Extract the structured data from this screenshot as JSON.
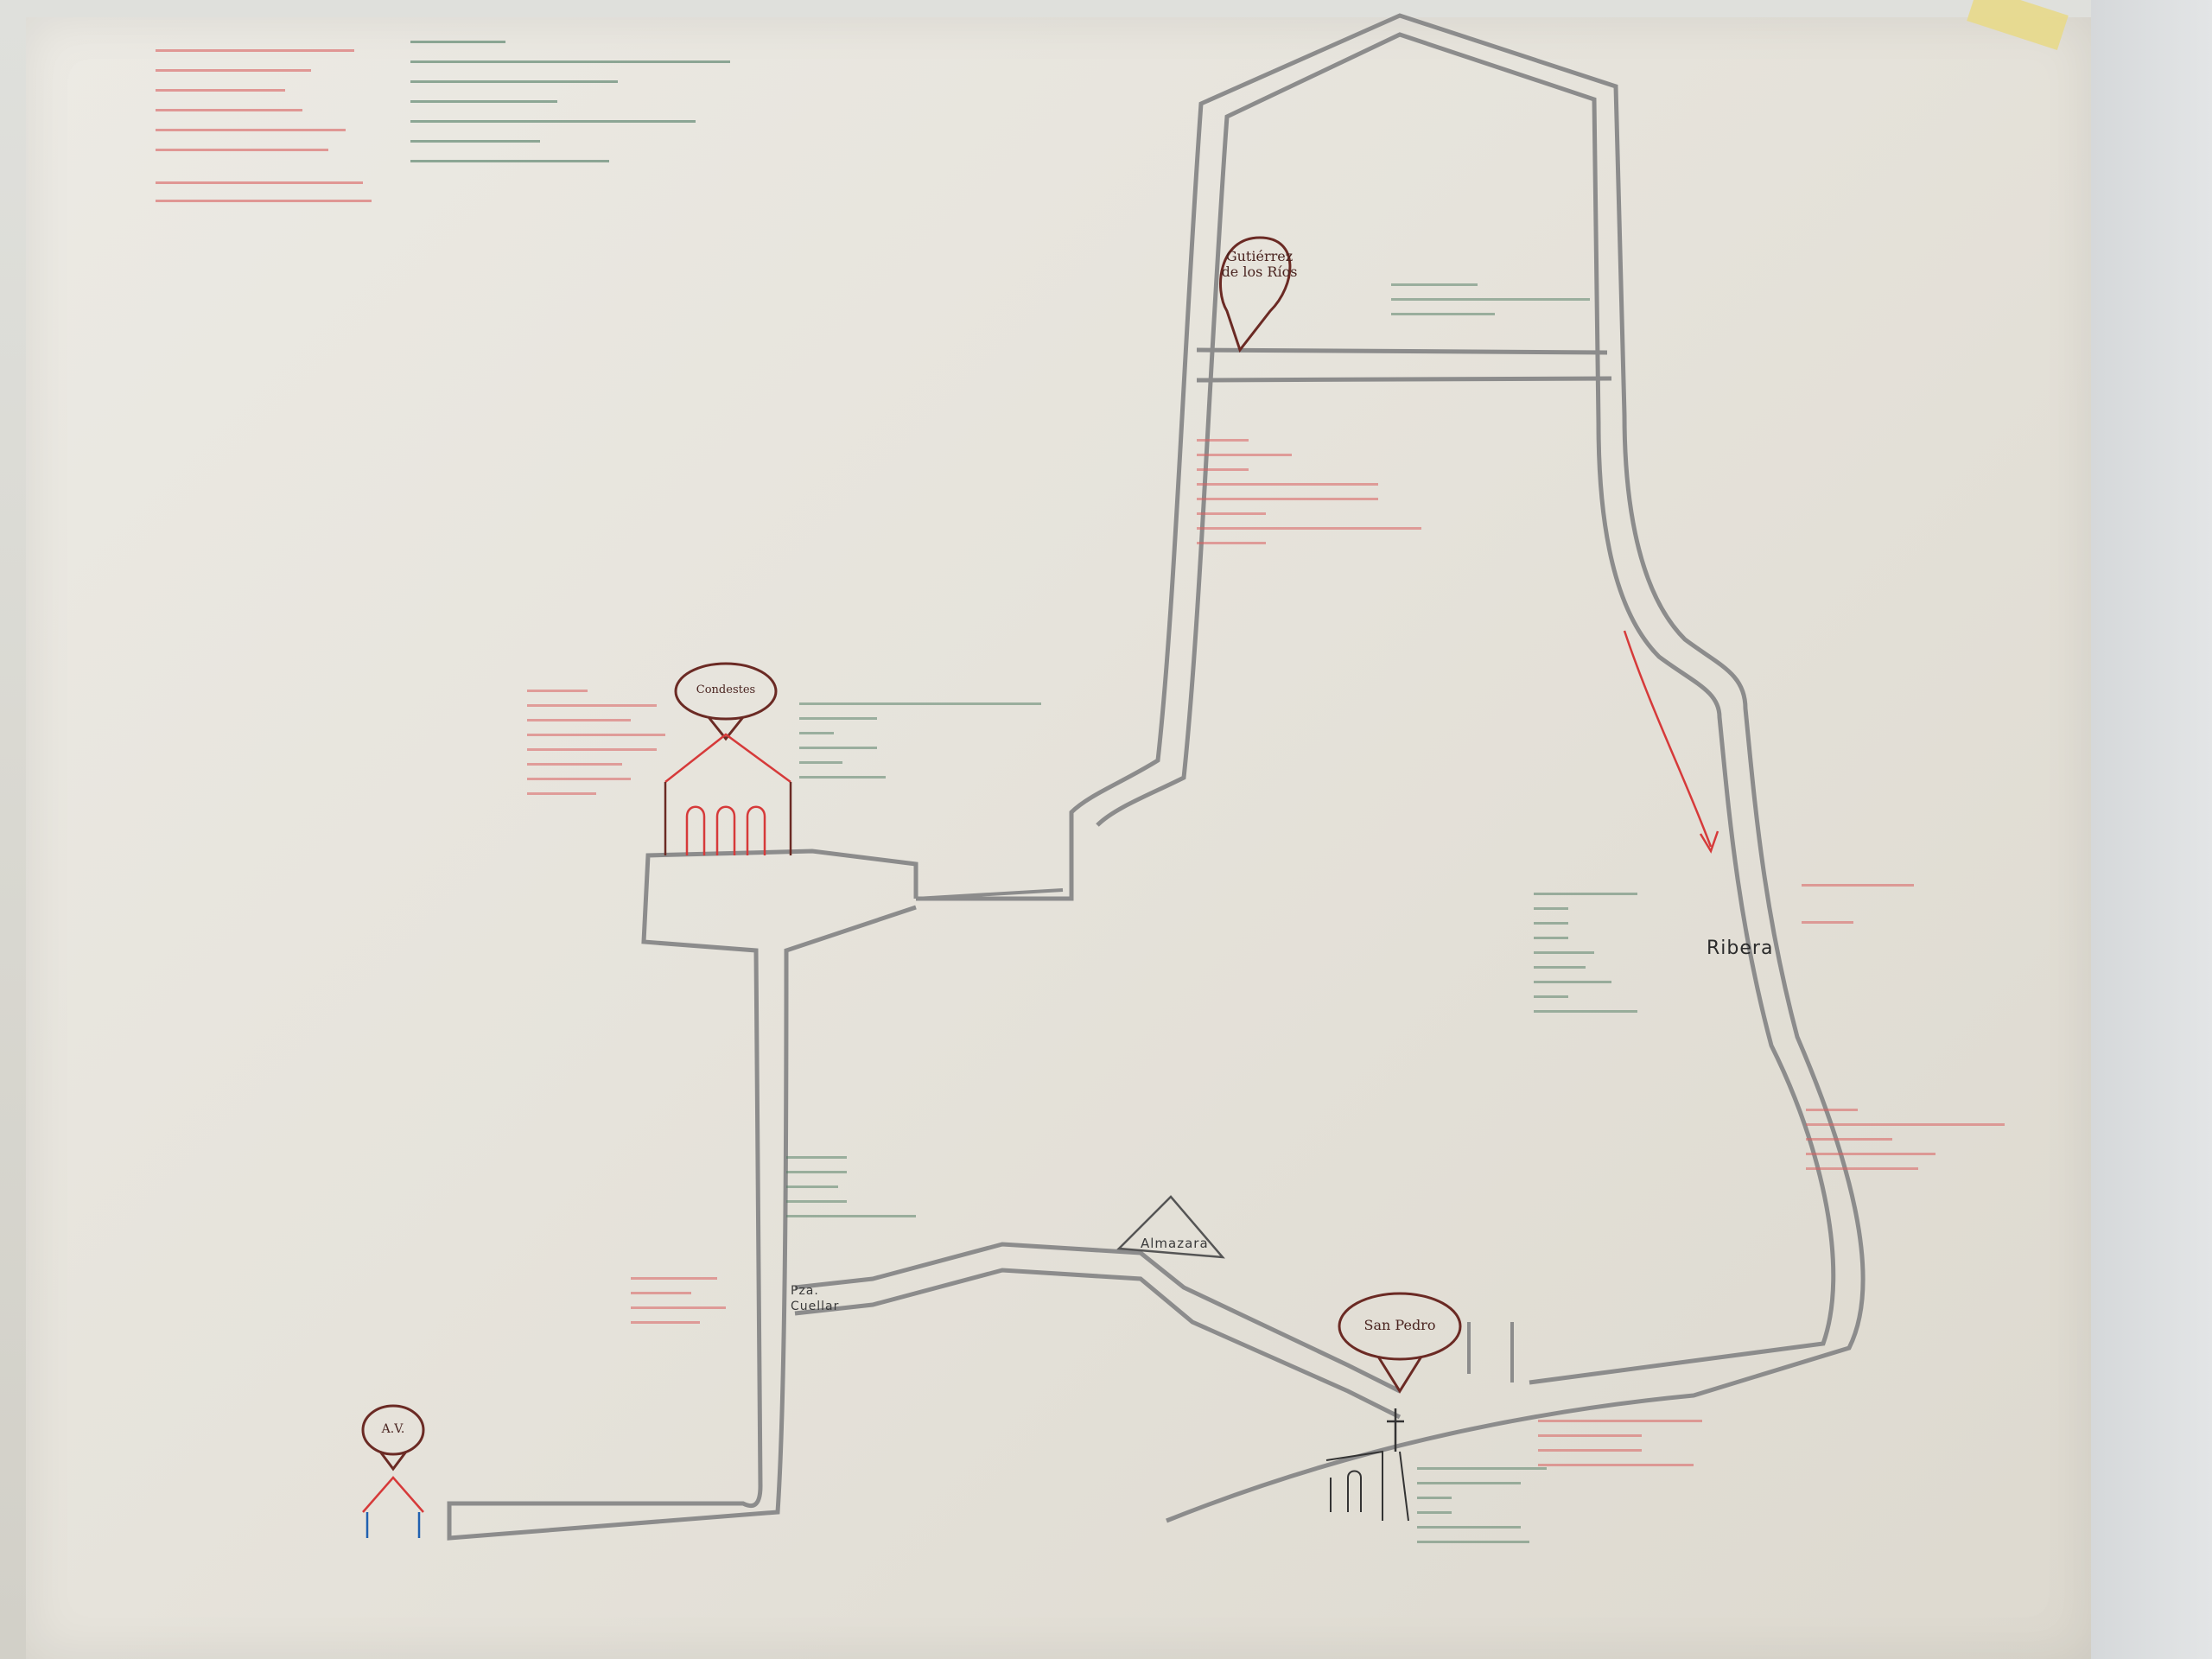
{
  "markers": {
    "gutierrez": "Gutiérrez de los Ríos",
    "conde": "Condestes",
    "san_pedro": "San Pedro",
    "av": "A.V."
  },
  "places": {
    "almazara": "Almazara",
    "pza_cuellar": "Pza. Cuellar",
    "ribera": "Ribera"
  },
  "colors": {
    "paper": "#e6e3db",
    "street": "#8c8c8c",
    "marker": "#6b2a24",
    "red_ink": "#d63a3a",
    "green_ink": "#2d5a3f"
  }
}
